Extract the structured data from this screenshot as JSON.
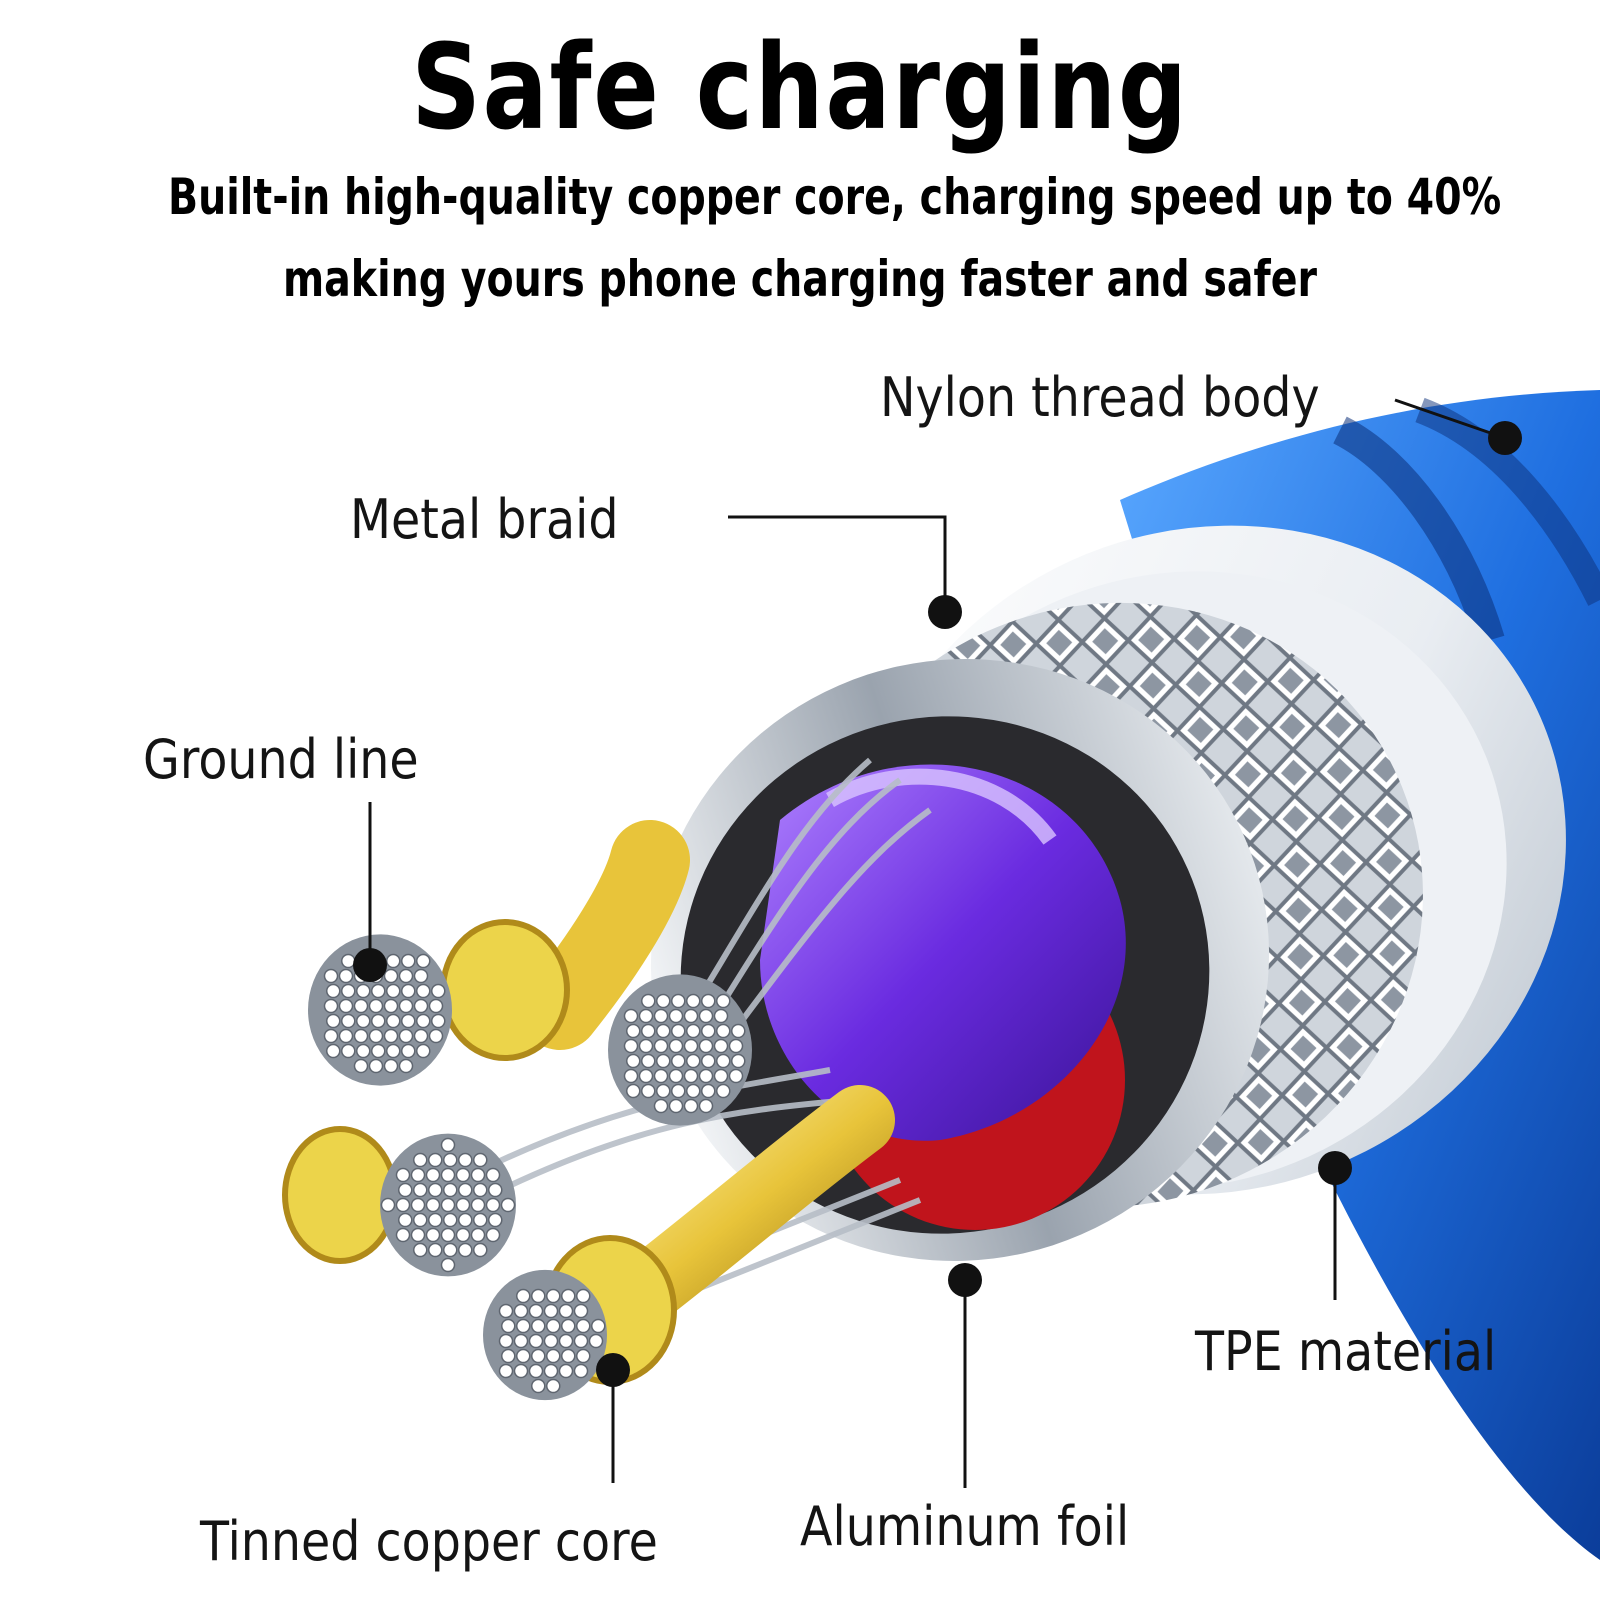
{
  "header": {
    "title": "Safe charging",
    "subtitle_line1": "Built-in high-quality copper core, charging speed up to 40%",
    "subtitle_line2": "making yours phone charging faster and safer"
  },
  "callouts": {
    "nylon": "Nylon thread body",
    "braid": "Metal braid",
    "ground": "Ground line",
    "tpe": "TPE material",
    "foil": "Aluminum foil",
    "core": "Tinned copper core"
  },
  "colors": {
    "jacket_blue": "#1f6fe0",
    "jacket_dark": "#0b2f7a",
    "insulation_purple": "#6a2be0",
    "insulation_red": "#c0141c",
    "copper_gold": "#e8c43a",
    "foil_silver": "#d9dde4"
  }
}
